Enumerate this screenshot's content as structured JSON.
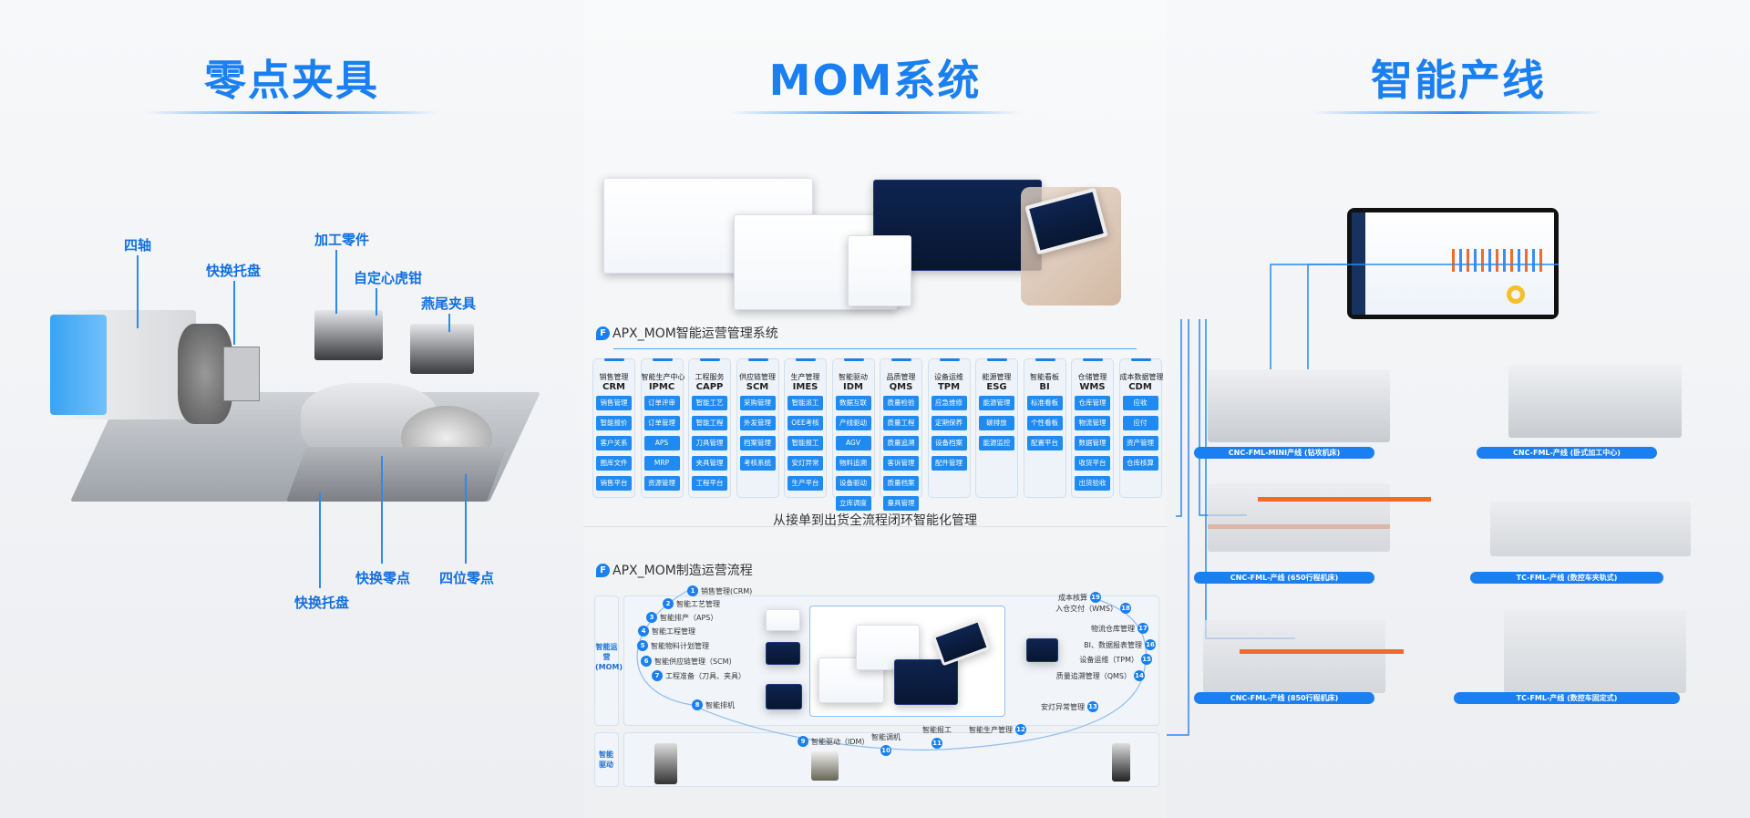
{
  "sections": {
    "fixture": {
      "title": "零点夹具",
      "labels": [
        "四轴",
        "快换托盘",
        "加工零件",
        "自定心虎钳",
        "燕尾夹具",
        "快换托盘",
        "快换零点",
        "四位零点"
      ]
    },
    "mom": {
      "title": "MOM系统"
    },
    "line": {
      "title": "智能产线"
    }
  },
  "mom_system": {
    "logo_glyph": "F",
    "title": "APX_MOM智能运营管理系统",
    "footer": "从接单到出货全流程闭环智能化管理",
    "modules": [
      {
        "name": "销售管理",
        "code": "CRM",
        "items": [
          "销售管理",
          "智能报价",
          "客户关系",
          "图库文件",
          "销售平台"
        ]
      },
      {
        "name": "智能生产中心",
        "code": "IPMC",
        "items": [
          "订单评审",
          "订单管理",
          "APS",
          "MRP",
          "资源管理"
        ]
      },
      {
        "name": "工程服务",
        "code": "CAPP",
        "items": [
          "智能工艺",
          "智能工程",
          "刀具管理",
          "夹具管理",
          "工程平台"
        ]
      },
      {
        "name": "供应链管理",
        "code": "SCM",
        "items": [
          "采购管理",
          "外发管理",
          "档案管理",
          "考核系统"
        ]
      },
      {
        "name": "生产管理",
        "code": "IMES",
        "items": [
          "智能派工",
          "OEE考核",
          "智能报工",
          "安灯异常",
          "生产平台"
        ]
      },
      {
        "name": "智能驱动",
        "code": "IDM",
        "items": [
          "数据互联",
          "产线驱动",
          "AGV",
          "物料追溯",
          "设备驱动",
          "立库调度"
        ]
      },
      {
        "name": "品质管理",
        "code": "QMS",
        "items": [
          "质量检验",
          "质量工程",
          "质量追溯",
          "客诉管理",
          "质量档案",
          "量具管理"
        ]
      },
      {
        "name": "设备运维",
        "code": "TPM",
        "items": [
          "应急维修",
          "定期保养",
          "设备档案",
          "配件管理"
        ]
      },
      {
        "name": "能源管理",
        "code": "ESG",
        "items": [
          "能源管理",
          "碳排放",
          "能源监控"
        ]
      },
      {
        "name": "智能看板",
        "code": "BI",
        "items": [
          "标准看板",
          "个性看板",
          "配置平台"
        ]
      },
      {
        "name": "仓储管理",
        "code": "WMS",
        "items": [
          "仓库管理",
          "物流管理",
          "数据管理",
          "收货平台",
          "出货验收"
        ]
      },
      {
        "name": "成本数据管理",
        "code": "CDM",
        "items": [
          "应收",
          "应付",
          "资产管理",
          "仓库核算"
        ]
      }
    ]
  },
  "mom_process": {
    "title": "APX_MOM制造运营流程",
    "row_labels": [
      "智能运营(MOM)",
      "智能驱动"
    ],
    "steps": [
      "销售管理(CRM)",
      "智能工艺管理",
      "智能排产（APS）",
      "智能工程管理",
      "智能物料计划管理",
      "智能供应链管理（SCM）",
      "工程准备（刀具、夹具）",
      "智能排机",
      "智能驱动（IDM）",
      "智能调机",
      "智能报工",
      "智能生产管理",
      "安灯异常管理",
      "质量追溯管理（QMS）",
      "设备运维（TPM）",
      "BI、数据报表管理",
      "物流仓库管理",
      "入仓交付（WMS）",
      "成本核算"
    ]
  },
  "production_lines": [
    "CNC-FML-MINI产线 (钻攻机床)",
    "CNC-FML-产线 (卧式加工中心)",
    "CNC-FML-产线 (650行程机床)",
    "TC-FML-产线 (数控车夹轨式)",
    "CNC-FML-产线 (850行程机床)",
    "TC-FML-产线 (数控车固定式)"
  ],
  "colors": {
    "accent": "#1a7ff0",
    "rail": "#f06a2a"
  }
}
